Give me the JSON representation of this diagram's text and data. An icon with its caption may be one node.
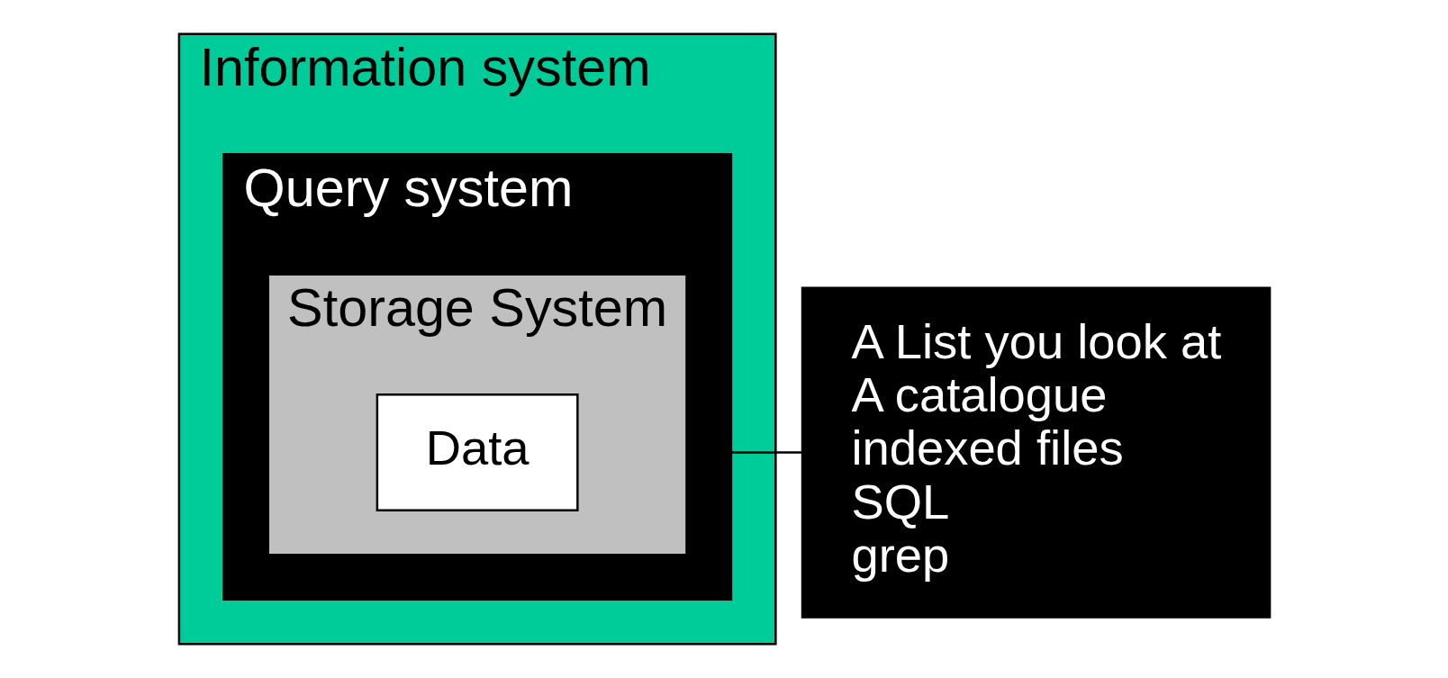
{
  "diagram": {
    "nodes": [
      {
        "text": [
          "Information system"
        ]
      },
      {
        "text": [
          "Query system"
        ],
        "in": 0
      },
      {
        "text": [
          "Storage System"
        ],
        "in": 1
      },
      {
        "text": [
          "Data"
        ],
        "in": 2
      },
      {
        "text": [
          "A List you look at",
          "A catalogue",
          "indexed files",
          "SQL",
          "grep"
        ]
      }
    ],
    "edges": [
      {
        "from": 1,
        "to": 4,
        "arrow": "none"
      }
    ]
  }
}
